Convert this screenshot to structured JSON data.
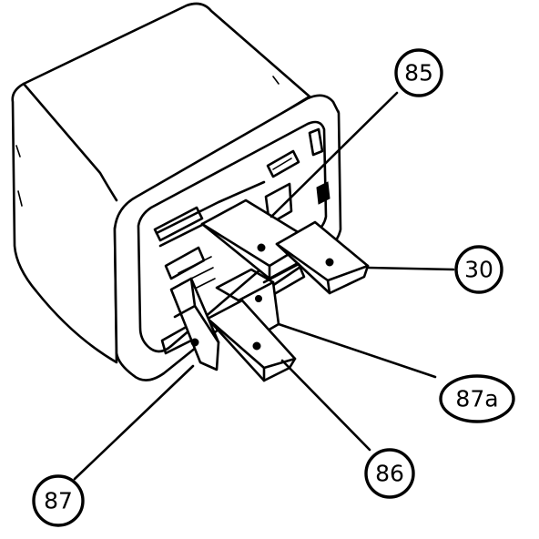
{
  "pins": {
    "p85": "85",
    "p30": "30",
    "p87a": "87a",
    "p86": "86",
    "p87": "87"
  }
}
